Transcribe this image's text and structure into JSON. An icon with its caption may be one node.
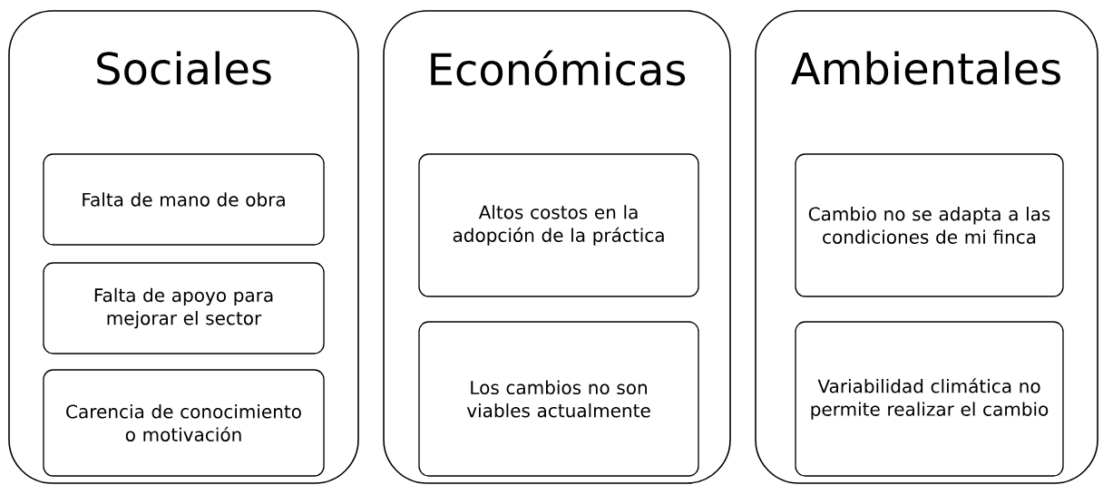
{
  "diagram": {
    "nodes": [
      {
        "text": [
          "Sociales"
        ]
      },
      {
        "text": [
          "Falta de mano de obra"
        ],
        "in": 0
      },
      {
        "text": [
          "Falta de apoyo para mejorar el sector"
        ],
        "in": 0
      },
      {
        "text": [
          "Carencia de conocimiento o motivación"
        ],
        "in": 0
      },
      {
        "text": [
          "Económicas"
        ]
      },
      {
        "text": [
          "Altos costos en la adopción de la práctica"
        ],
        "in": 4
      },
      {
        "text": [
          "Los cambios no son viables actualmente"
        ],
        "in": 4
      },
      {
        "text": [
          "Ambientales"
        ]
      },
      {
        "text": [
          "Cambio no se adapta a las condiciones de mi finca"
        ],
        "in": 7
      },
      {
        "text": [
          "Variabilidad climática no permite realizar el cambio"
        ],
        "in": 7
      }
    ]
  }
}
